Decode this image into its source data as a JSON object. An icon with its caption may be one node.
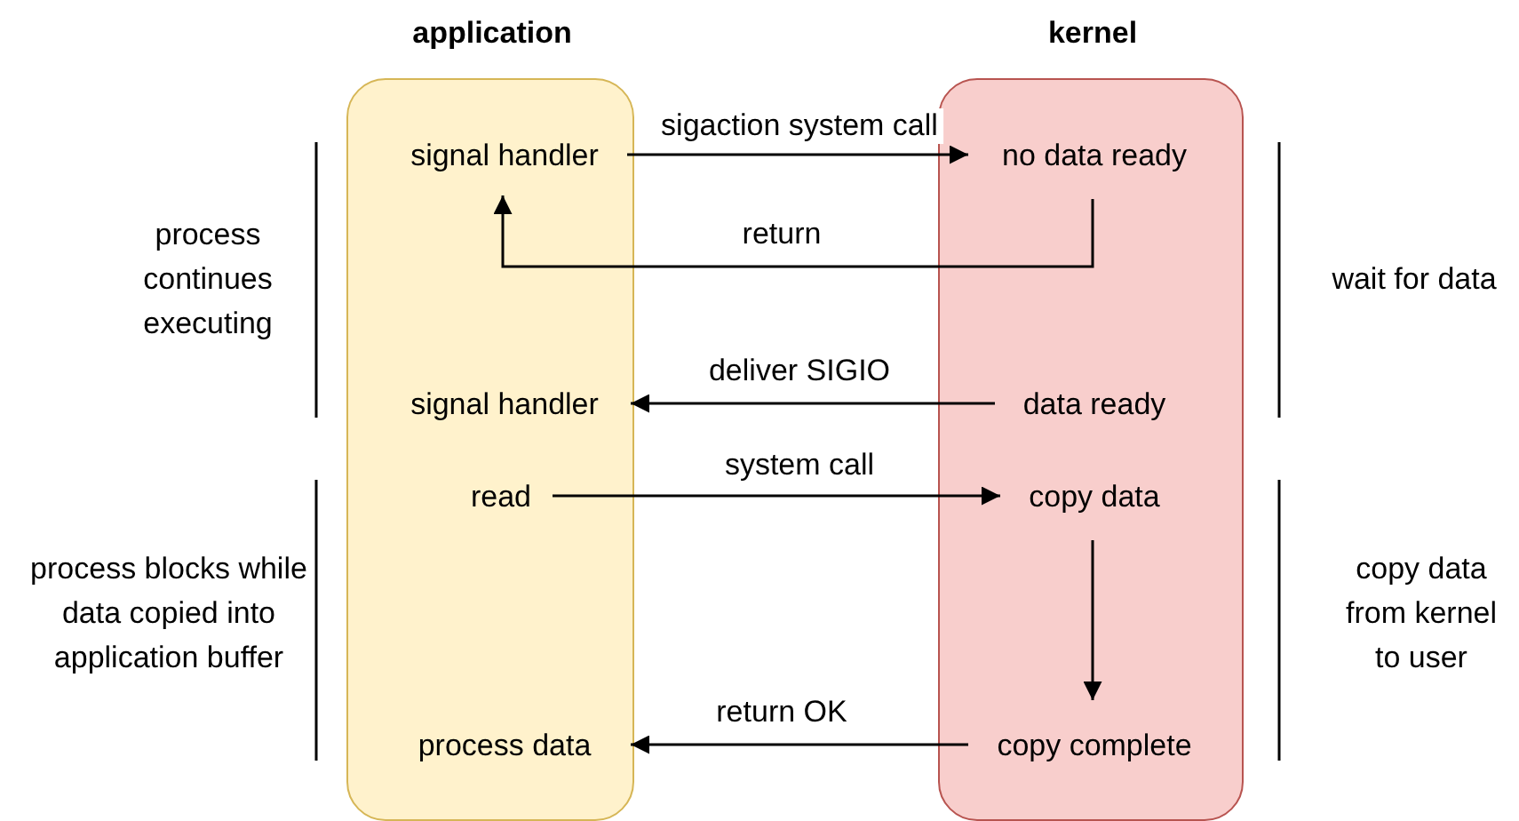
{
  "diagram": {
    "nodes": [
      {
        "text": [
          "application"
        ]
      },
      {
        "text": [
          "kernel"
        ]
      },
      {
        "text": [
          "signal handler"
        ],
        "in": 0
      },
      {
        "text": [
          "signal handler"
        ],
        "in": 0
      },
      {
        "text": [
          "read"
        ],
        "in": 0
      },
      {
        "text": [
          "process data"
        ],
        "in": 0
      },
      {
        "text": [
          "no data ready"
        ],
        "in": 1
      },
      {
        "text": [
          "data ready"
        ],
        "in": 1
      },
      {
        "text": [
          "copy data"
        ],
        "in": 1
      },
      {
        "text": [
          "copy complete"
        ],
        "in": 1
      }
    ],
    "edges": [
      {
        "from": 2,
        "to": 6,
        "arrow": "to",
        "label": "sigaction system call"
      },
      {
        "from": 6,
        "to": 2,
        "arrow": "to",
        "label": "return"
      },
      {
        "from": 7,
        "to": 3,
        "arrow": "to",
        "label": "deliver SIGIO"
      },
      {
        "from": 4,
        "to": 8,
        "arrow": "to",
        "label": "system call"
      },
      {
        "from": 8,
        "to": 9,
        "arrow": "to"
      },
      {
        "from": 9,
        "to": 5,
        "arrow": "to",
        "label": "return OK"
      }
    ],
    "labels": [
      "process continues executing",
      "wait for data",
      "process blocks while data copied into application buffer",
      "copy data from kernel to user"
    ]
  }
}
